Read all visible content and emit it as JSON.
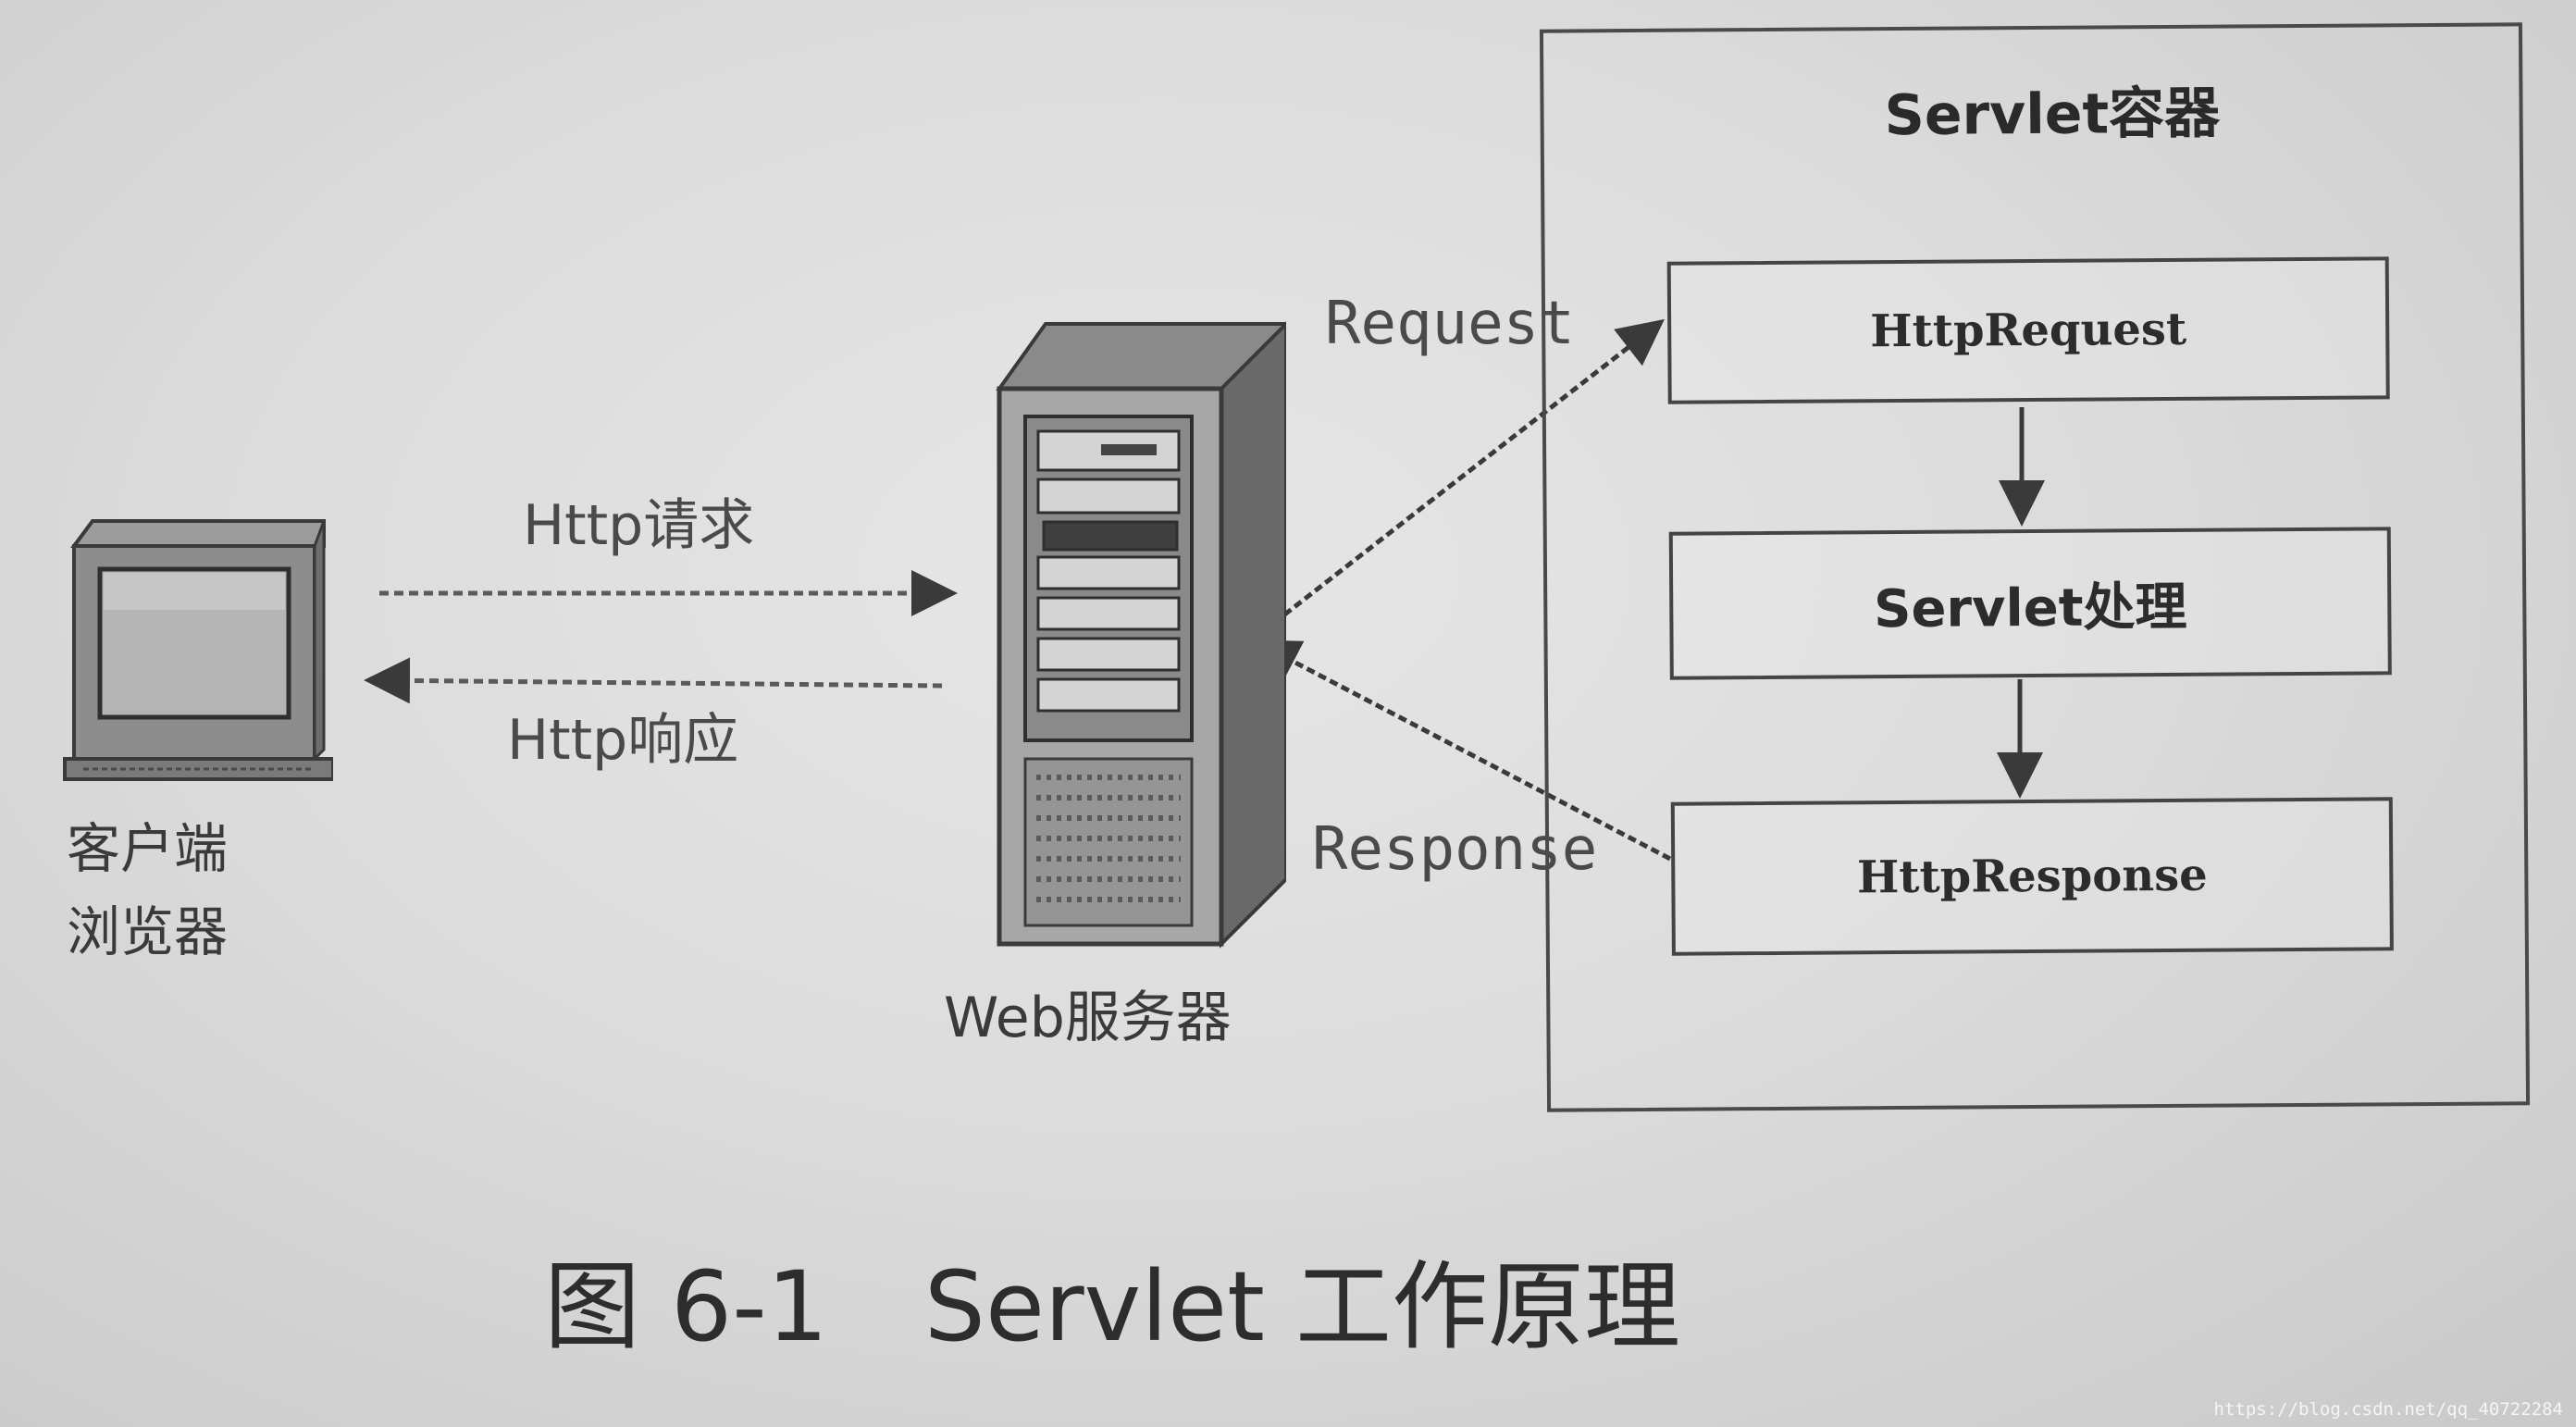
{
  "container": {
    "title": "Servlet容器"
  },
  "steps": [
    "HttpRequest",
    "Servlet处理",
    "HttpResponse"
  ],
  "edges": {
    "request": "Request",
    "response": "Response",
    "http_request": "Http请求",
    "http_response": "Http响应"
  },
  "nodes": {
    "client_line1": "客户端",
    "client_line2": "浏览器",
    "server": "Web服务器"
  },
  "caption": "图 6-1　Servlet 工作原理",
  "watermark": "https://blog.csdn.net/qq_40722284",
  "icons": [
    "computer-icon",
    "server-rack-icon"
  ]
}
